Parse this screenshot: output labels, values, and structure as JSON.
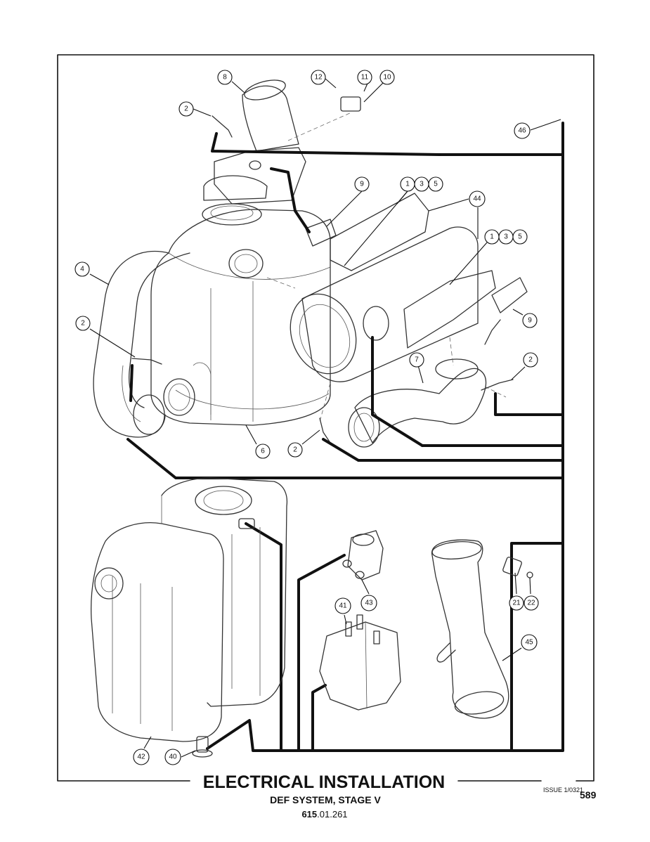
{
  "title": {
    "main": "ELECTRICAL INSTALLATION",
    "sub": "DEF SYSTEM, STAGE V",
    "code_bold": "615",
    "code_rest": ".01.261"
  },
  "issue": "ISSUE 1/0321",
  "page_number": "589",
  "callouts": {
    "c8": "8",
    "c12": "12",
    "c11": "11",
    "c10": "10",
    "c2a": "2",
    "c46": "46",
    "c9a": "9",
    "c1a": "1",
    "c3a": "3",
    "c5a": "5",
    "c44": "44",
    "c1b": "1",
    "c3b": "3",
    "c5b": "5",
    "c4": "4",
    "c2b": "2",
    "c9b": "9",
    "c7": "7",
    "c2c": "2",
    "c6": "6",
    "c2d": "2",
    "c43": "43",
    "c21": "21",
    "c22": "22",
    "c41": "41",
    "c45": "45",
    "c42": "42",
    "c40": "40"
  },
  "colors": {
    "line": "#333333",
    "wire": "#111111",
    "background": "#ffffff"
  }
}
